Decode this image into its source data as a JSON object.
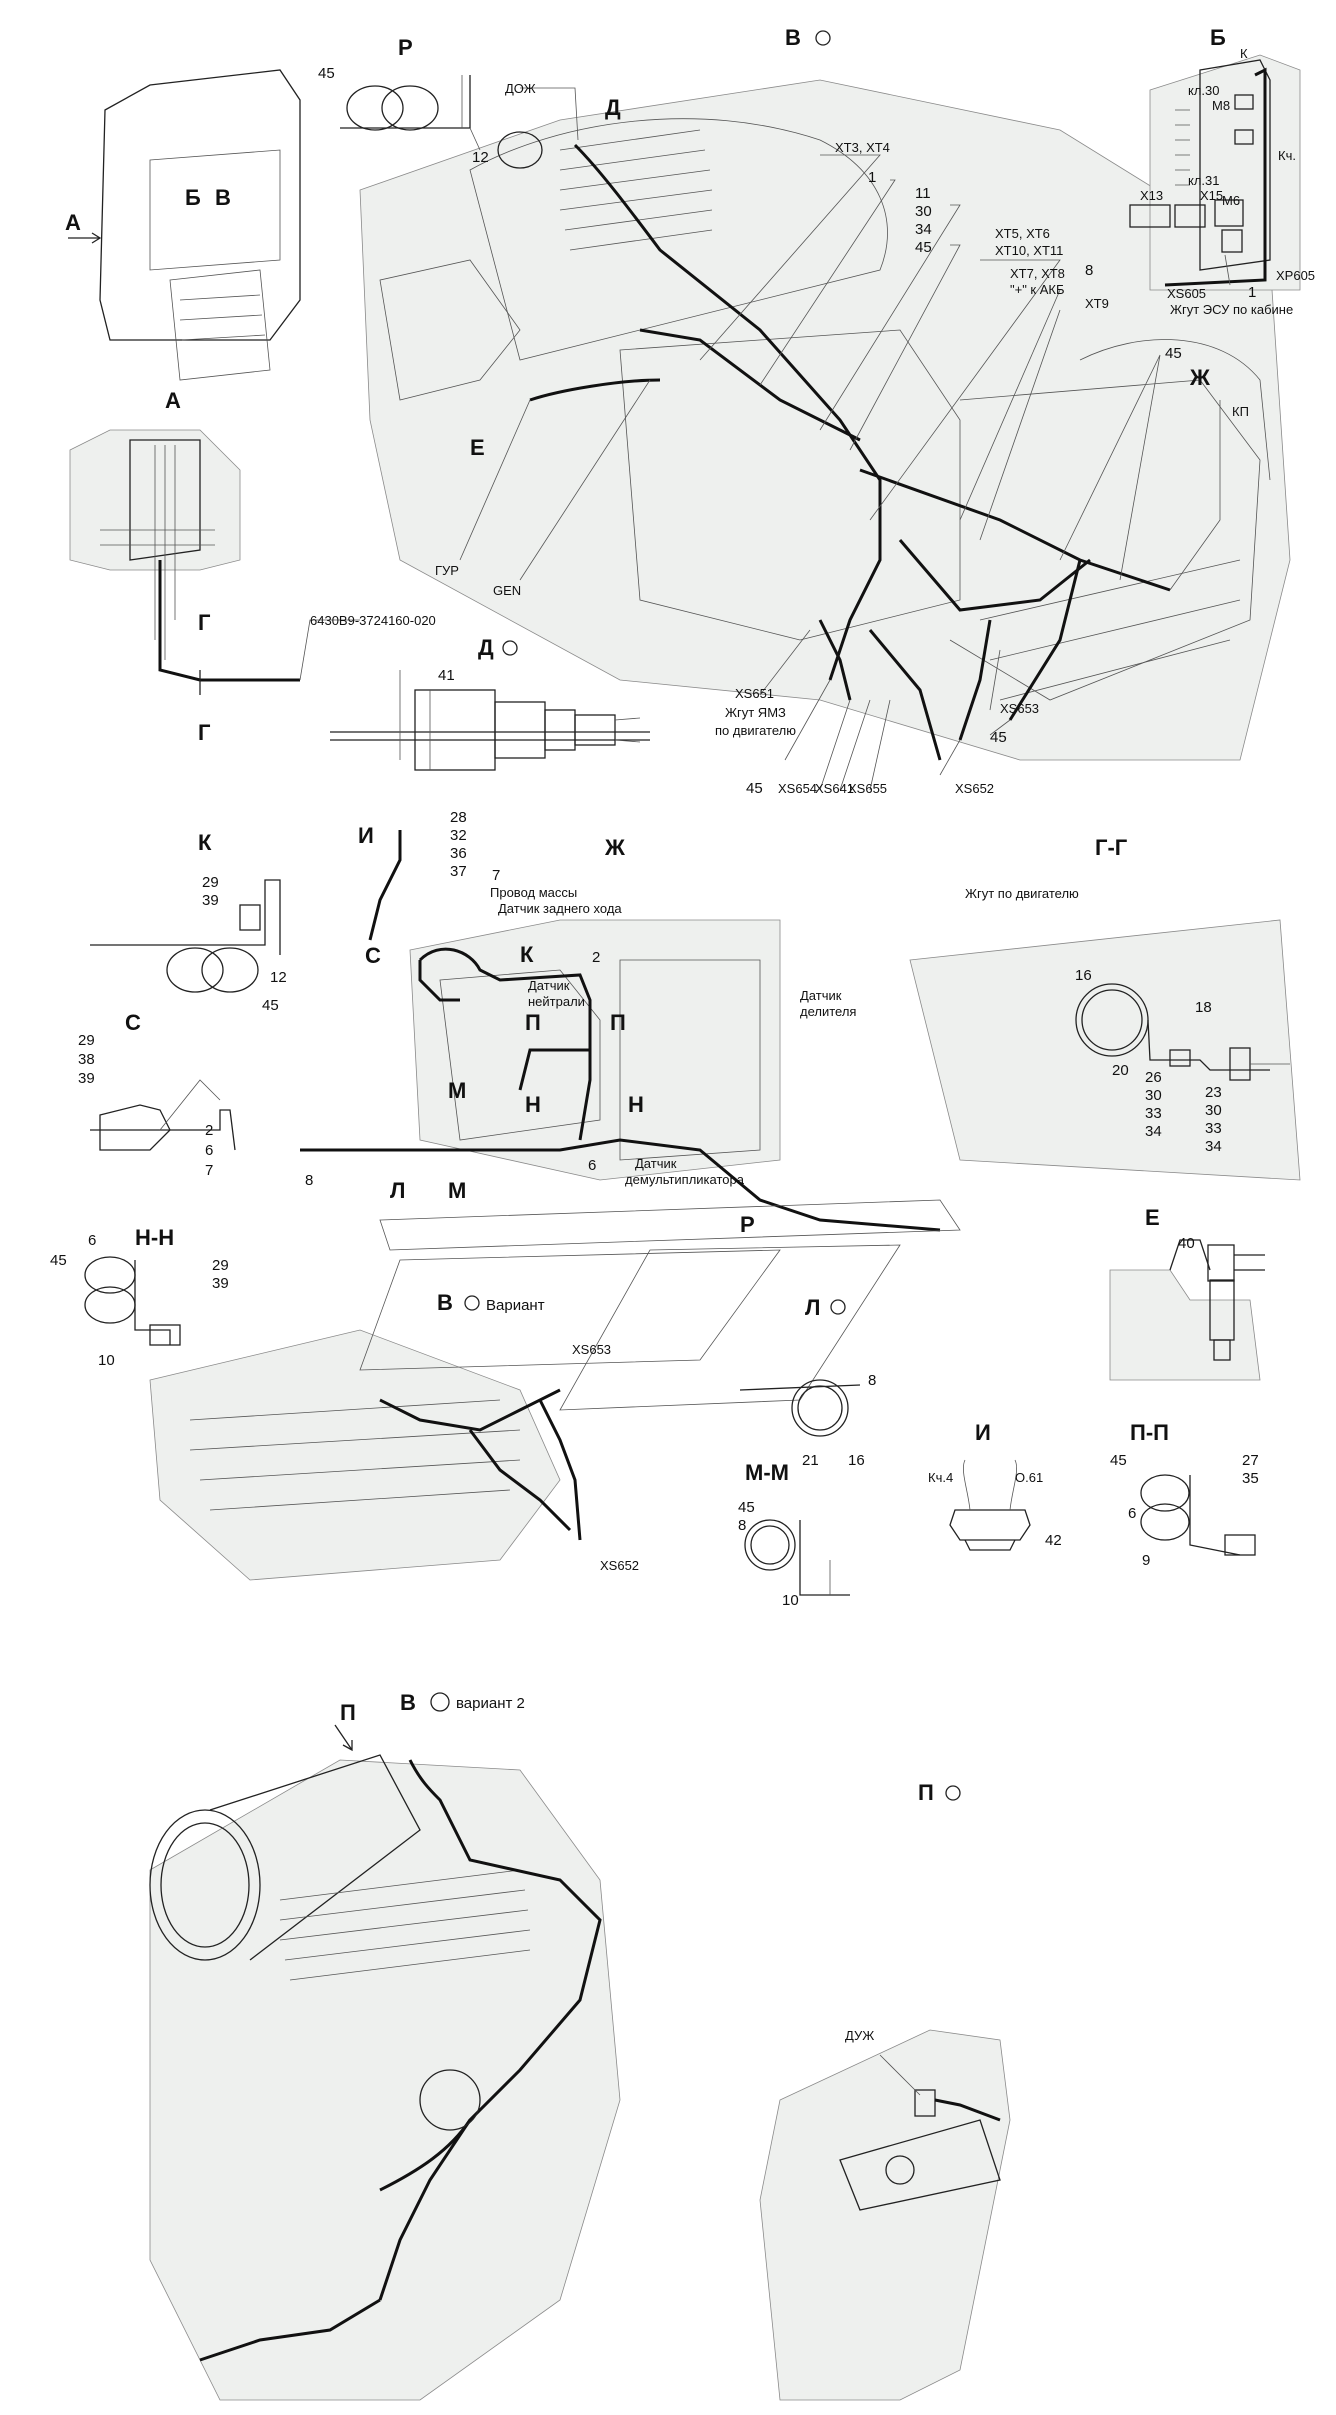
{
  "views": {
    "R": "Р",
    "V_main": "В",
    "B": "Б",
    "A_arrow": "А",
    "B_arrow": "Б",
    "V_arrow": "В",
    "A": "А",
    "D": "Д",
    "K": "К",
    "S": "С",
    "Zh": "Ж",
    "G_G": "Г-Г",
    "N_N": "Н-Н",
    "E": "Е",
    "V_var": "В",
    "V_var_text": "Вариант",
    "L": "Л",
    "M_M": "М-М",
    "I": "И",
    "P_P": "П-П",
    "V_var2": "В",
    "V_var2_text": "вариант 2",
    "P_top": "П",
    "P_view": "П",
    "G1": "Г",
    "G2": "Г",
    "E_arrow": "Е",
    "D_arrow": "Д",
    "Zh_arrow": "Ж",
    "I_arrow": "И",
    "S_arrow": "С",
    "K_zh": "К",
    "P1": "П",
    "P2": "П",
    "N1": "Н",
    "N2": "Н",
    "M1": "М",
    "M2": "М",
    "L1": "Л",
    "R1": "Р"
  },
  "labels": {
    "dozh": "ДОЖ",
    "xt3": "ХТ3, ХТ4",
    "xt5": "ХТ5, ХТ6",
    "xt10": "ХТ10, ХТ11",
    "xt7": "ХТ7, ХТ8",
    "akb": "\"+\" к АКБ",
    "xt9": "ХТ9",
    "kp": "КП",
    "gur": "ГУР",
    "gen": "GEN",
    "xs651": "XS651",
    "zhgut_yamz": "Жгут ЯМЗ",
    "po_dv": "по двигателю",
    "xs654": "XS654",
    "xs641": "XS641",
    "xs655": "XS655",
    "xs653": "XS653",
    "xs652": "XS652",
    "k_b": "К",
    "kl30": "кл.30",
    "m8": "М8",
    "kch": "Кч.",
    "kl31": "кл.31",
    "m6": "М6",
    "x13": "Х13",
    "x15": "Х15",
    "xs605": "XS605",
    "xp605": "XP605",
    "zhgut_esu": "Жгут ЭСУ по кабине",
    "part_no": "6430В9-3724160-020",
    "provod_massy": "Провод массы",
    "datchik_zh": "Датчик заднего хода",
    "datchik_neytr1": "Датчик",
    "datchik_neytr2": "нейтрали",
    "datchik_del1": "Датчик",
    "datchik_del2": "делителя",
    "datchik_dem1": "Датчик",
    "datchik_dem2": "демультипликатора",
    "zhgut_dv": "Жгут по двигателю",
    "xs653_var": "XS653",
    "xs652_var": "XS652",
    "kch4": "Кч.4",
    "o61": "О.61",
    "duzh": "ДУЖ"
  },
  "numbers": {
    "n45_r": "45",
    "n12_r": "12",
    "n1": "1",
    "n11": "11",
    "n30": "30",
    "n34": "34",
    "n45a": "45",
    "n8": "8",
    "n45_b": "45",
    "n1_b": "1",
    "n41": "41",
    "n45_c": "45",
    "n45_d": "45",
    "n28": "28",
    "n32": "32",
    "n36": "36",
    "n37": "37",
    "n7": "7",
    "n2": "2",
    "n6": "6",
    "n8_zh": "8",
    "n29_k": "29",
    "n39_k": "39",
    "n12_k": "12",
    "n45_k": "45",
    "n29_s": "29",
    "n38_s": "38",
    "n39_s": "39",
    "n2_s": "2",
    "n6_s": "6",
    "n7_s": "7",
    "n16": "16",
    "n18": "18",
    "n20": "20",
    "n26": "26",
    "n30_g": "30",
    "n33": "33",
    "n34_g": "34",
    "n23": "23",
    "n30_g2": "30",
    "n33_g2": "33",
    "n34_g2": "34",
    "n45_n": "45",
    "n6_n": "6",
    "n29_n": "29",
    "n39_n": "39",
    "n10_n": "10",
    "n40": "40",
    "n8_l": "8",
    "n21": "21",
    "n16_l": "16",
    "n45_m": "45",
    "n8_m": "8",
    "n10_m": "10",
    "n42": "42",
    "n45_p": "45",
    "n6_p": "6",
    "n27": "27",
    "n35": "35",
    "n9": "9"
  }
}
